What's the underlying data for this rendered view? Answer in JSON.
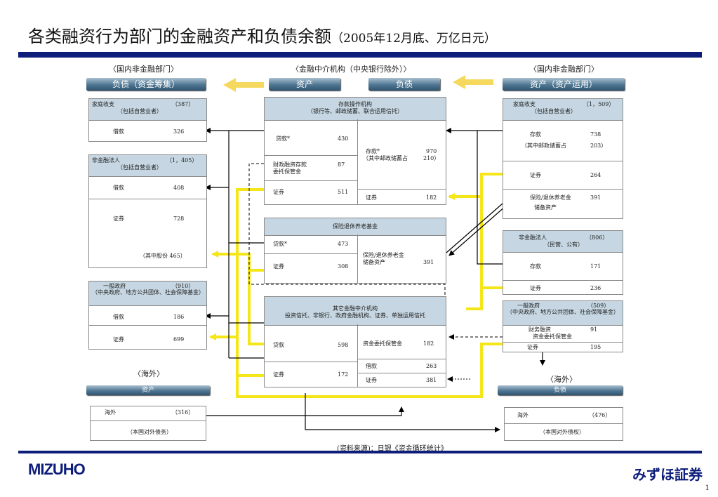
{
  "title": {
    "main": "各类融资行为部门的金融资产和负债余额",
    "sub": "（2005年12月底、万亿日元）"
  },
  "sections": {
    "left": "〈国内非金融部门〉",
    "center": "〈金融中介机构（中央银行除外）〉",
    "right": "〈国内非金融部门〉",
    "overseas_left": "〈海外〉",
    "overseas_right": "〈海外〉"
  },
  "headers": {
    "left": "负债（资金筹集）",
    "center_assets": "资产",
    "center_liabilities": "负债",
    "right": "资产（资产运用）",
    "overseas_left": "资产",
    "overseas_right": "负债"
  },
  "left": {
    "household": {
      "title": "家庭收支",
      "subtitle": "（包括自营业者）",
      "total": "（387）",
      "rows": [
        {
          "label": "借款",
          "value": "326"
        }
      ]
    },
    "nonfin": {
      "title": "非金融法人",
      "subtitle": "（包括自营业者）",
      "total": "（1，405）",
      "rows": [
        {
          "label": "借款",
          "value": "408"
        },
        {
          "label": "证券",
          "value": "728"
        }
      ],
      "stock": "（其中股份 465）"
    },
    "gov": {
      "title": "一般政府",
      "total": "（910）",
      "subtitle": "（中央政府、地方公共团体、社会保障基金）",
      "rows": [
        {
          "label": "借款",
          "value": "186"
        },
        {
          "label": "证券",
          "value": "699"
        }
      ]
    }
  },
  "center": {
    "deposit": {
      "title": "存款操作机构",
      "subtitle": "（银行等、邮政储蓄、联合运用信托）",
      "loans_label": "贷款*",
      "loans": "430",
      "fiscal_label1": "财政融资存款",
      "fiscal_label2": "委托保管金",
      "fiscal": "87",
      "sec_label": "证券",
      "sec": "511",
      "dep_label": "存款*",
      "dep": "970",
      "dep_sub": "（其中邮政储蓄占",
      "dep_sub_val": "210）",
      "liab_sec_label": "证券",
      "liab_sec": "182"
    },
    "insurance": {
      "title": "保险退休养老基金",
      "loans_label": "贷款*",
      "loans": "473",
      "sec_label": "证券",
      "sec": "308",
      "res_label1": "保险/退休养老金",
      "res_label2": "储备资产",
      "res": "391"
    },
    "other": {
      "title": "其它金融中介机构",
      "subtitle": "投资信托、非银行、政府金融机构、证券、单独运用信托",
      "loans_label": "贷款",
      "loans": "598",
      "sec_label": "证券",
      "sec": "172",
      "trust_label": "资金委托保管金",
      "trust": "182",
      "borrow_label": "借款",
      "borrow": "263",
      "liab_sec_label": "证券",
      "liab_sec": "381"
    }
  },
  "right": {
    "household": {
      "title": "家庭收支",
      "subtitle": "（包括自营业者）",
      "total": "（1，509）",
      "dep_label": "存款",
      "dep": "738",
      "postal_label": "（其中邮政储蓄占",
      "postal": "203）",
      "sec_label": "证券",
      "sec": "264",
      "ins_label1": "保险/退休养老金",
      "ins_label2": "储备资产",
      "ins": "391"
    },
    "nonfin": {
      "title": "非金融法人",
      "subtitle": "（民营、公有）",
      "total": "（806）",
      "dep_label": "存款",
      "dep": "171",
      "sec_label": "证券",
      "sec": "236"
    },
    "gov": {
      "title": "一般政府",
      "total": "（509）",
      "subtitle": "（中央政府、地方公共团体、社会保障基金）",
      "fiscal_label1": "财务融资",
      "fiscal_label2": "资金委托保管金",
      "fiscal": "91",
      "sec_label": "证券",
      "sec": "195"
    }
  },
  "overseas": {
    "left": {
      "title": "海外",
      "total": "（316）",
      "note": "（本国对外债务）"
    },
    "right": {
      "title": "海外",
      "total": "（476）",
      "note": "（本国对外债权）"
    }
  },
  "source": "(资料来源)：日银《资金循环统计》",
  "logo_left": "MIZUHO",
  "logo_right": "みずほ証券",
  "page_number": "1",
  "colors": {
    "accent_bar": "#0d1d7a",
    "header": "#4e7692",
    "box_head": "#c6d7e3",
    "flow_yellow": "#f5e619",
    "arrow_yellow": "#f5d95e"
  }
}
